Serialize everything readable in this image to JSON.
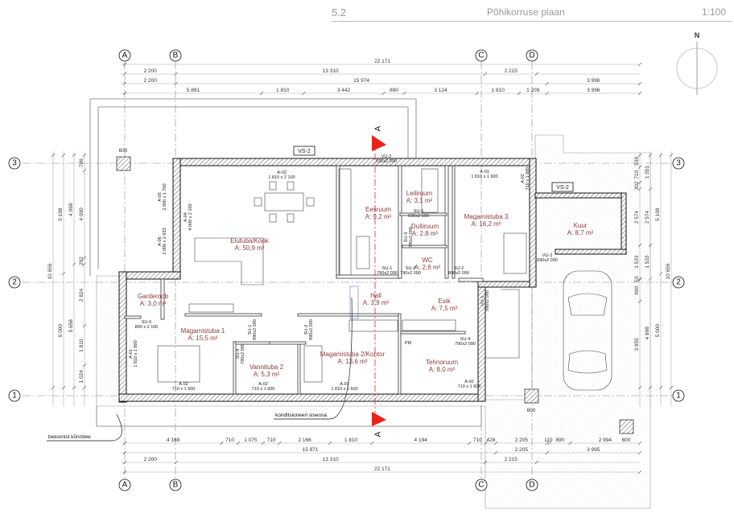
{
  "header": {
    "number": "5.2",
    "title": "Põhikorruse plaan",
    "scale": "1:100"
  },
  "north": "N",
  "axes": {
    "columns": [
      "A",
      "B",
      "C",
      "D"
    ],
    "rows": [
      "3",
      "2",
      "1"
    ]
  },
  "section_mark": "A",
  "dimensions": {
    "top": [
      [
        "22 171"
      ],
      [
        "2 200",
        "13 310",
        "2 215"
      ],
      [
        "2 200",
        "15 974",
        "3 996"
      ],
      [
        "5 891",
        "1 810",
        "3 442",
        "890",
        "3 124",
        "1 810",
        "1 209",
        "3 996"
      ]
    ],
    "bottom": [
      [
        "4 168",
        "710",
        "1 075",
        "710",
        "2 166",
        "1 810",
        "4 194",
        "710",
        "428",
        "2 205",
        "110",
        "890",
        "2 994"
      ],
      [
        "15 971",
        "2 205",
        "3 995"
      ],
      [
        "2 200",
        "13 310",
        "2 215"
      ],
      [
        "22 171"
      ]
    ],
    "left": [
      [
        "10 656"
      ],
      [
        "5 198",
        "5 000"
      ],
      [
        "4 998",
        "5 658"
      ],
      [
        "706",
        "4 000",
        "292",
        "2 824",
        "1 810",
        "1 024"
      ]
    ],
    "right": [
      [
        "539",
        "710",
        "302",
        "2 574",
        "1 533",
        "53",
        "990",
        "3 955"
      ],
      [
        "1 551",
        "2 574",
        "1 533",
        "4 998"
      ],
      [
        "5 198",
        "5 000"
      ],
      [
        "10 656"
      ]
    ]
  },
  "rooms": [
    {
      "name": "Elutuba/Köök",
      "area": "A: 50,9 m²"
    },
    {
      "name": "Eesruum",
      "area": "A: 9,2 m²"
    },
    {
      "name": "Leiliruum",
      "area": "A: 3,1 m²"
    },
    {
      "name": "Duširuum",
      "area": "A: 2,8 m²"
    },
    {
      "name": "WC",
      "area": "A: 2,6 m²"
    },
    {
      "name": "Magamistuba 3",
      "area": "A: 16,2 m²"
    },
    {
      "name": "Kuur",
      "area": "A: 8,7 m²"
    },
    {
      "name": "Garderoob",
      "area": "A: 3,0 m²"
    },
    {
      "name": "Hall",
      "area": "A: 3,9 m²"
    },
    {
      "name": "Esik",
      "area": "A: 7,5 m²"
    },
    {
      "name": "Magamistuba 1",
      "area": "A: 15,5 m²"
    },
    {
      "name": "Magamistuba 2/Kontor",
      "area": "A: 13,6 m²"
    },
    {
      "name": "Vannituba 2",
      "area": "A: 5,3 m²"
    },
    {
      "name": "Tehnoruum",
      "area": "A: 8,0 m²"
    }
  ],
  "openings": [
    {
      "id": "A-03",
      "size": "1 810 x 2 100"
    },
    {
      "id": "A-05",
      "size": "2 000 x 1 700"
    },
    {
      "id": "A-04",
      "size": "4 000 x 2 100"
    },
    {
      "id": "A-06",
      "size": "2 000 x 2 633"
    },
    {
      "id": "VU-2",
      "size": "690x2 090"
    },
    {
      "id": "A-01",
      "size": "1 810 x 1 600"
    },
    {
      "id": "A-02",
      "size": "710 x 1 600"
    },
    {
      "id": "VU-2",
      "size": "690x2 090"
    },
    {
      "id": "VU-1",
      "size": "990x2 090"
    },
    {
      "id": "SU-1",
      "size": "790x2 090"
    },
    {
      "id": "SU-2",
      "size": "790x2 090"
    },
    {
      "id": "SU-2",
      "size": "890x2 090"
    },
    {
      "id": "SU-5",
      "size": "690x2 090"
    },
    {
      "id": "SU-3",
      "size": "790x2 090"
    },
    {
      "id": "SU-6",
      "size": "800 x 2 100"
    },
    {
      "id": "A-01",
      "size": "1 810 x 1 600"
    },
    {
      "id": "SU-1",
      "size": "890x2 090"
    },
    {
      "id": "SU-2",
      "size": "890x2 090"
    },
    {
      "id": "SU-4",
      "size": "790x2 090"
    },
    {
      "id": "A-02",
      "size": "710 x 1 600"
    },
    {
      "id": "A-02",
      "size": "710 x 1 600"
    },
    {
      "id": "A-01",
      "size": "1 810 x 1 600"
    },
    {
      "id": "A-02",
      "size": "710 x 1 600"
    },
    {
      "id": "SU-4",
      "size": "790x2 090"
    }
  ],
  "tags": {
    "vs2": "VS-2",
    "pm": "PM"
  },
  "columns": {
    "size": "600"
  },
  "notes": {
    "walkway": "betoonist kõnnitee",
    "ac": "konditsioneeri siseosa"
  },
  "colors": {
    "room_label": "#8b3a3a",
    "section": "#e8231a",
    "wall": "#222222"
  }
}
